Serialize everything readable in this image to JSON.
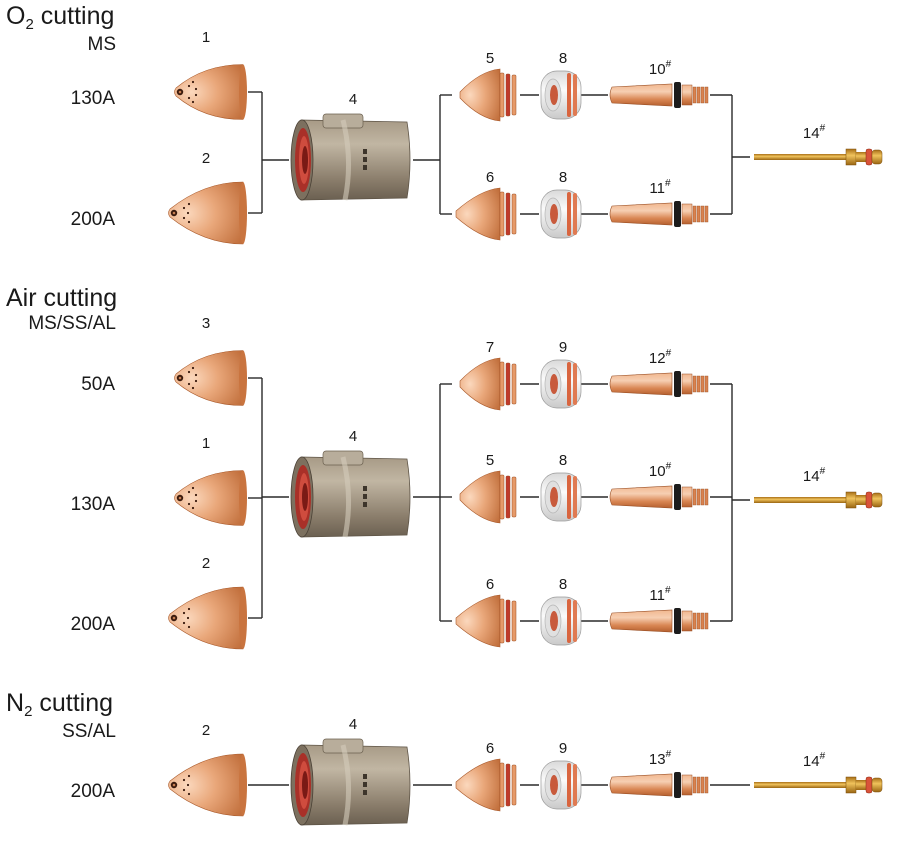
{
  "sections": [
    {
      "title_main": "O",
      "title_sub": "2",
      "title_rest": " cutting",
      "material": "MS",
      "amps": [
        "130A",
        "200A"
      ],
      "shields": [
        {
          "num": "1"
        },
        {
          "num": "2"
        }
      ],
      "retaining_cap": {
        "num": "4"
      },
      "rows": [
        {
          "nozzle": "5",
          "swirl": "8",
          "electrode": "10",
          "electrode_mark": "#"
        },
        {
          "nozzle": "6",
          "swirl": "8",
          "electrode": "11",
          "electrode_mark": "#"
        }
      ],
      "tube": {
        "num": "14",
        "mark": "#"
      }
    },
    {
      "title_main": "Air cutting",
      "title_sub": "",
      "title_rest": "",
      "material": "MS/SS/AL",
      "amps": [
        "50A",
        "130A",
        "200A"
      ],
      "shields": [
        {
          "num": "3"
        },
        {
          "num": "1"
        },
        {
          "num": "2"
        }
      ],
      "retaining_cap": {
        "num": "4"
      },
      "rows": [
        {
          "nozzle": "7",
          "swirl": "9",
          "electrode": "12",
          "electrode_mark": "#"
        },
        {
          "nozzle": "5",
          "swirl": "8",
          "electrode": "10",
          "electrode_mark": "#"
        },
        {
          "nozzle": "6",
          "swirl": "8",
          "electrode": "11",
          "electrode_mark": "#"
        }
      ],
      "tube": {
        "num": "14",
        "mark": "#"
      }
    },
    {
      "title_main": "N",
      "title_sub": "2",
      "title_rest": " cutting",
      "material": "SS/AL",
      "amps": [
        "200A"
      ],
      "shields": [
        {
          "num": "2"
        }
      ],
      "retaining_cap": {
        "num": "4"
      },
      "rows": [
        {
          "nozzle": "6",
          "swirl": "9",
          "electrode": "13",
          "electrode_mark": "#"
        }
      ],
      "tube": {
        "num": "14",
        "mark": "#"
      }
    }
  ],
  "colors": {
    "copper": "#e0915f",
    "copper_dark": "#b9602f",
    "copper_light": "#f7c9a5",
    "cap_body": "#8e8271",
    "cap_red": "#b22a2a",
    "brass": "#c8922c",
    "ceramic": "#ececec"
  },
  "icons": [
    "shield-icon",
    "retaining-cap-icon",
    "nozzle-icon",
    "swirl-ring-icon",
    "electrode-icon",
    "water-tube-icon"
  ]
}
